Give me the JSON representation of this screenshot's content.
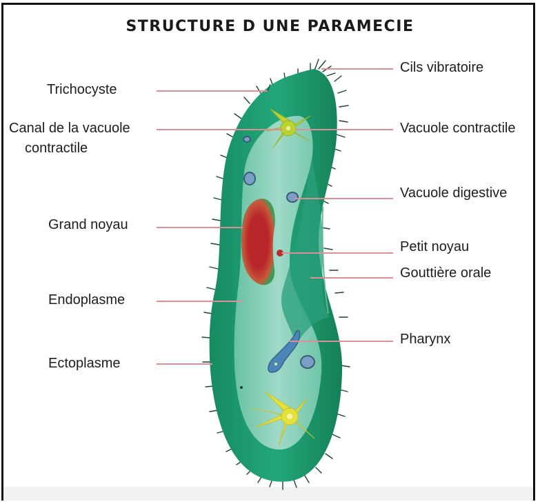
{
  "title": "STRUCTURE D UNE PARAMECIE",
  "labels": {
    "trichocyste": "Trichocyste",
    "canal_line1": "Canal de la vacuole",
    "canal_line2": "contractile",
    "grand_noyau": "Grand noyau",
    "endoplasme": "Endoplasme",
    "ectoplasme": "Ectoplasme",
    "cils": "Cils vibratoire",
    "vacuole_contractile": "Vacuole contractile",
    "vacuole_digestive": "Vacuole digestive",
    "petit_noyau": "Petit noyau",
    "gouttiere": "Gouttière orale",
    "pharynx": "Pharynx"
  },
  "colors": {
    "ectoplasm": "#1f9e73",
    "endoplasm": "#8fd3bf",
    "macronucleus": "#b62a2a",
    "contractile_vacuole": "#b9d332",
    "leader_line": "#dc8f96",
    "cilia": "#1e3f33"
  }
}
